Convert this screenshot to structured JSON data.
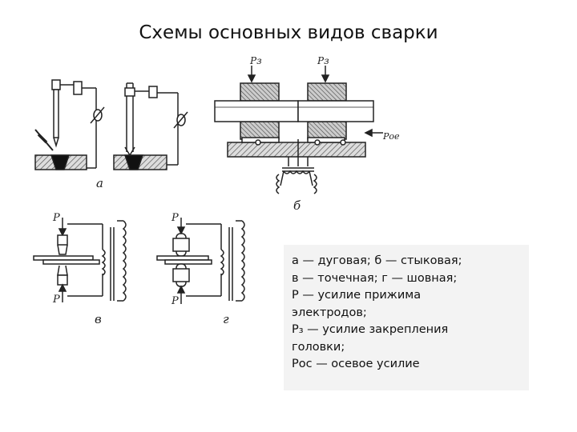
{
  "title": "Схемы основных видов сварки",
  "diagram": {
    "labels": {
      "a": "а",
      "b": "б",
      "v": "в",
      "g": "г",
      "p_top": "P",
      "p_bottom": "P",
      "p_top2": "P",
      "p_bottom2": "P",
      "pz1": "Pз",
      "pz2": "Pз",
      "poe": "Pое"
    }
  },
  "legend": {
    "lines": [
      "а — дуговая; б — стыковая;",
      "в — точечная; г — шовная;",
      "Р — усилие прижима",
      "электродов;",
      "Р₃ — усилие закрепления",
      "головки;",
      "Pос — осевое усилие"
    ]
  }
}
